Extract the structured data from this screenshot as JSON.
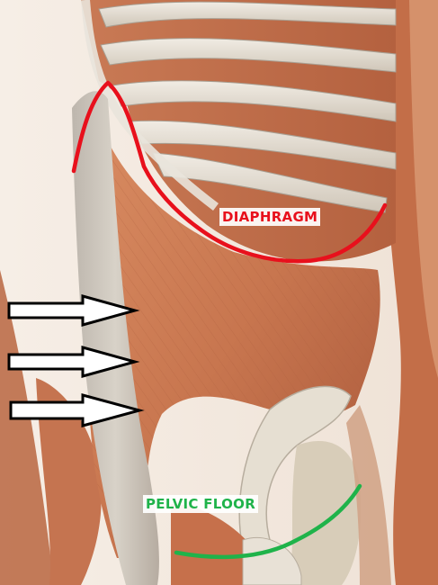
{
  "labels": {
    "diaphragm": "DIAPHRAGM",
    "pelvic_floor": "PELVIC FLOOR"
  },
  "colors": {
    "diaphragm_line": "#e8101c",
    "diaphragm_text": "#e8101c",
    "pelvic_line": "#1fb34a",
    "pelvic_text": "#1fb34a",
    "arrow_outline": "#000000",
    "arrow_fill": "#ffffff",
    "muscle": "#c8764f",
    "bone": "#e3dccd"
  },
  "arrows": {
    "count": 3,
    "direction": "right",
    "style": "outlined"
  },
  "icons": [
    "arrow-right-outline-icon"
  ]
}
